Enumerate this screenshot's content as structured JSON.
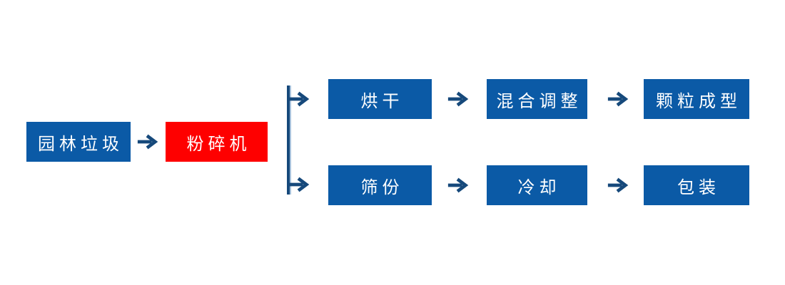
{
  "diagram": {
    "nodes": {
      "source": "园林垃圾",
      "crusher": "粉碎机",
      "top_row": [
        "烘干",
        "混合调整",
        "颗粒成型"
      ],
      "bottom_row": [
        "筛份",
        "冷却",
        "包装"
      ]
    },
    "colors": {
      "process_blue": "#0b5aa6",
      "highlight_red": "#fe0000",
      "arrow_navy": "#16497b"
    },
    "icons": {
      "connector": "right-arrow"
    }
  }
}
